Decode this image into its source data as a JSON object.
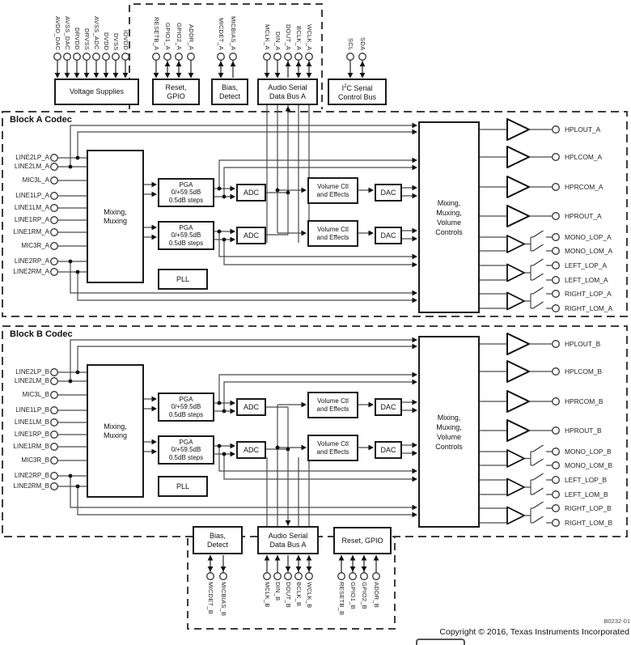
{
  "diagram": {
    "top": {
      "supply_box": "Voltage Supplies",
      "supply_pins": [
        {
          "label": "AVDD_DAC",
          "dir": "in"
        },
        {
          "label": "AVSS_DAC",
          "dir": "in"
        },
        {
          "label": "DRVDD",
          "dir": "in"
        },
        {
          "label": "DRVSS",
          "dir": "in"
        },
        {
          "label": "AVSS_ADC",
          "dir": "in"
        },
        {
          "label": "DVDD",
          "dir": "in"
        },
        {
          "label": "DVSS",
          "dir": "in"
        },
        {
          "label": "IOVDD",
          "dir": "in"
        }
      ],
      "reset_box": [
        "Reset,",
        "GPIO"
      ],
      "reset_pins": [
        {
          "label": "RESETB_A",
          "dir": "in"
        },
        {
          "label": "GPIO1_A",
          "dir": "bidir"
        },
        {
          "label": "GPIO2_A",
          "dir": "bidir"
        },
        {
          "label": "ADDR_A",
          "dir": "in"
        }
      ],
      "bias_box": [
        "Bias,",
        "Detect"
      ],
      "bias_pins": [
        {
          "label": "MICDET_A",
          "dir": "bidir"
        },
        {
          "label": "MICBIAS_A",
          "dir": "out"
        }
      ],
      "bus_box": [
        "Audio Serial",
        "Data Bus A"
      ],
      "bus_pins": [
        {
          "label": "MCLK_A",
          "dir": "in"
        },
        {
          "label": "DIN_A",
          "dir": "in"
        },
        {
          "label": "DOUT_A",
          "dir": "out"
        },
        {
          "label": "BCLK_A",
          "dir": "bidir"
        },
        {
          "label": "WCLK_A",
          "dir": "bidir"
        }
      ],
      "i2c_box": {
        "prefix": "I",
        "sup": "2",
        "suffix": "C Serial",
        "line2": "Control Bus"
      },
      "i2c_pins": [
        {
          "label": "SCL",
          "dir": "in"
        },
        {
          "label": "SDA",
          "dir": "bidir"
        }
      ]
    },
    "block_a": {
      "title": "Block A Codec",
      "inputs": [
        "LINE2LP_A",
        "LINE2LM_A",
        "MIC3L_A",
        "LINE1LP_A",
        "LINE1LM_A",
        "LINE1RP_A",
        "LINE1RM_A",
        "MIC3R_A",
        "LINE2RP_A",
        "LINE2RM_A"
      ],
      "outputs": [
        "HPLOUT_A",
        "HPLCOM_A",
        "HPRCOM_A",
        "HPROUT_A",
        "MONO_LOP_A",
        "MONO_LOM_A",
        "LEFT_LOP_A",
        "LEFT_LOM_A",
        "RIGHT_LOP_A",
        "RIGHT_LOM_A"
      ],
      "mixing_box": [
        "Mixing,",
        "Muxing"
      ],
      "pga_box": [
        "PGA",
        "0/+59.5dB",
        "0.5dB steps"
      ],
      "adc_box": "ADC",
      "volume_box": [
        "Volume Ctl",
        "and Effects"
      ],
      "dac_box": "DAC",
      "pll_box": "PLL",
      "output_mixer_box": [
        "Mixing,",
        "Muxing,",
        "Volume",
        "Controls"
      ]
    },
    "block_b": {
      "title": "Block B Codec",
      "inputs": [
        "LINE2LP_B",
        "LINE2LM_B",
        "MIC3L_B",
        "LINE1LP_B",
        "LINE1LM_B",
        "LINE1RP_B",
        "LINE1RM_B",
        "MIC3R_B",
        "LINE2RP_B",
        "LINE2RM_B"
      ],
      "outputs": [
        "HPLOUT_B",
        "HPLCOM_B",
        "HPRCOM_B",
        "HPROUT_B",
        "MONO_LOP_B",
        "MONO_LOM_B",
        "LEFT_LOP_B",
        "LEFT_LOM_B",
        "RIGHT_LOP_B",
        "RIGHT_LOM_B"
      ],
      "mixing_box": [
        "Mixing,",
        "Muxing"
      ],
      "pga_box": [
        "PGA",
        "0/+59.5dB",
        "0.5dB steps"
      ],
      "adc_box": "ADC",
      "volume_box": [
        "Volume Ctl",
        "and Effects"
      ],
      "dac_box": "DAC",
      "pll_box": "PLL",
      "output_mixer_box": [
        "Mixing,",
        "Muxing,",
        "Volume",
        "Controls"
      ]
    },
    "bottom": {
      "bias_box": [
        "Bias,",
        "Detect"
      ],
      "bias_pins": [
        {
          "label": "MICDET_B",
          "dir": "bidir"
        },
        {
          "label": "MICBIAS_B",
          "dir": "out"
        }
      ],
      "bus_box": [
        "Audio Serial",
        "Data Bus A"
      ],
      "bus_pins": [
        {
          "label": "MCLK_B",
          "dir": "in"
        },
        {
          "label": "DIN_B",
          "dir": "in"
        },
        {
          "label": "DOUT_B",
          "dir": "out"
        },
        {
          "label": "BCLK_B",
          "dir": "bidir"
        },
        {
          "label": "WCLK_B",
          "dir": "bidir"
        }
      ],
      "reset_box": "Reset, GPIO",
      "reset_pins": [
        {
          "label": "RESETB_B",
          "dir": "in"
        },
        {
          "label": "GPIO1_B",
          "dir": "bidir"
        },
        {
          "label": "GPIO2_B",
          "dir": "bidir"
        },
        {
          "label": "ADDR_B",
          "dir": "in"
        }
      ]
    },
    "footer": {
      "figure_id": "B0232-01",
      "copyright": "Copyright © 2016, Texas Instruments Incorporated"
    }
  }
}
